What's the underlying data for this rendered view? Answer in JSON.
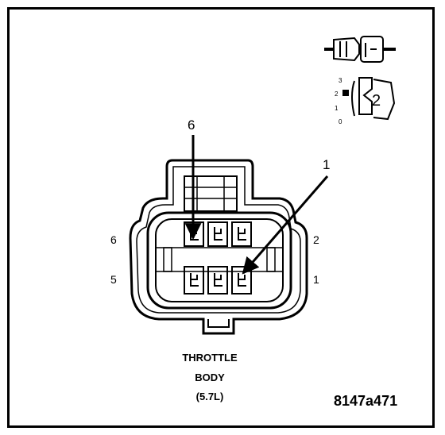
{
  "connector": {
    "pin_labels": {
      "left_top": "6",
      "left_bottom": "5",
      "right_top": "2",
      "right_bottom": "1"
    },
    "callouts": {
      "top": "6",
      "right": "1"
    },
    "caption": [
      "THROTTLE",
      "BODY",
      "(5.7L)"
    ]
  },
  "legend": {
    "positions": [
      "3",
      "2",
      "1",
      "0"
    ],
    "variant": "2"
  },
  "figure_id": "8147a471"
}
